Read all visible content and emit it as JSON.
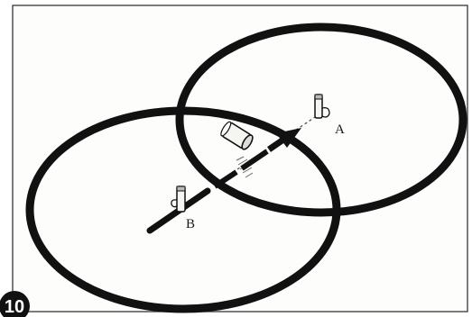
{
  "figure": {
    "step_number": "10",
    "points": [
      {
        "id": "A",
        "label": "A"
      },
      {
        "id": "B",
        "label": "B"
      }
    ],
    "ink_color": "#111111",
    "paper_color": "#fdfdfb"
  }
}
